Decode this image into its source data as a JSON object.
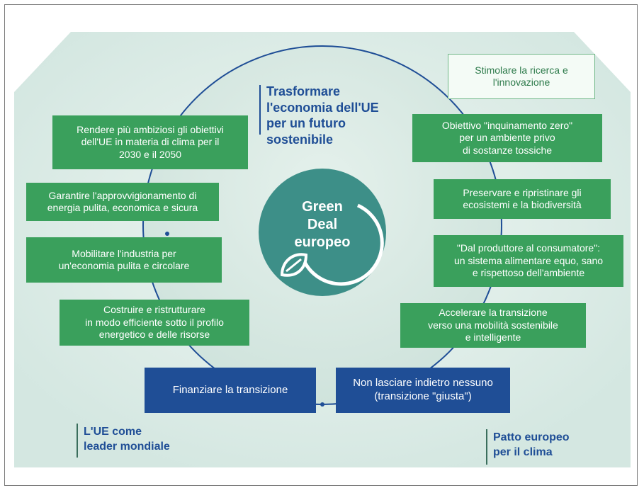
{
  "center": {
    "line1": "Green",
    "line2": "Deal",
    "line3": "europeo"
  },
  "top_title": {
    "line1": "Trasformare",
    "line2": "l'economia dell'UE",
    "line3": "per un futuro",
    "line4": "sostenibile"
  },
  "left_items": [
    {
      "l1": "Rendere più ambiziosi gli obiettivi",
      "l2": "dell'UE in materia di clima per il",
      "l3": "2030 e il 2050"
    },
    {
      "l1": "Garantire l'approvvigionamento di",
      "l2": "energia pulita, economica e sicura"
    },
    {
      "l1": "Mobilitare l'industria per",
      "l2": "un'economia pulita e circolare"
    },
    {
      "l1": "Costruire e ristrutturare",
      "l2": "in modo efficiente sotto il profilo",
      "l3": "energetico e delle risorse"
    }
  ],
  "right_items": [
    {
      "l1": "Stimolare la ricerca e",
      "l2": "l'innovazione"
    },
    {
      "l1": "Obiettivo \"inquinamento zero\"",
      "l2": "per un ambiente privo",
      "l3": "di sostanze tossiche"
    },
    {
      "l1": "Preservare e ripristinare gli",
      "l2": "ecosistemi e la biodiversità"
    },
    {
      "l1": "\"Dal produttore al consumatore\":",
      "l2": "un sistema alimentare equo, sano",
      "l3": "e rispettoso dell'ambiente"
    },
    {
      "l1": "Accelerare la transizione",
      "l2": "verso una mobilità sostenibile",
      "l3": "e intelligente"
    }
  ],
  "bottom_items": [
    {
      "l1": "Finanziare la transizione"
    },
    {
      "l1": "Non lasciare indietro nessuno",
      "l2": "(transizione \"giusta\")"
    }
  ],
  "corner_left": {
    "l1": "L'UE come",
    "l2": "leader mondiale"
  },
  "corner_right": {
    "l1": "Patto europeo",
    "l2": "per il clima"
  },
  "colors": {
    "green": "#3aa05c",
    "navy": "#1f4e96",
    "teal": "#3a8f8a",
    "bg_light": "#dfece7"
  }
}
